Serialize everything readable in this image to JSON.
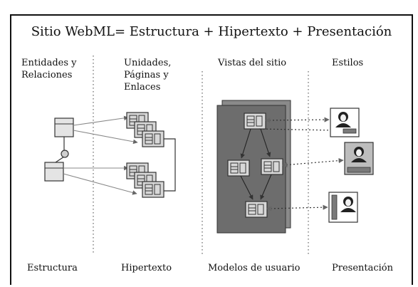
{
  "title": "Sitio WebML= Estructura + Hipertexto + Presentación",
  "columns": [
    {
      "heading": "Entidades y Relaciones",
      "heading_lines": [
        "Entidades y",
        "Relaciones"
      ],
      "footer": "Estructura"
    },
    {
      "heading": "Unidades, Páginas y Enlaces",
      "heading_lines": [
        "Unidades,",
        "Páginas y",
        "Enlaces"
      ],
      "footer": "Hipertexto"
    },
    {
      "heading": "Vistas del sitio",
      "heading_lines": [
        "Vistas del sitio"
      ],
      "footer": "Modelos de usuario"
    },
    {
      "heading": "Estilos",
      "heading_lines": [
        "Estilos"
      ],
      "footer": "Presentación"
    }
  ],
  "colors": {
    "view_panel": "#6d6d6d",
    "view_panel_back": "#8a8a8a",
    "unit_fill": "#d8d8d8",
    "arrow": "#888888",
    "divider": "#777777"
  },
  "icons": [
    "entity-box-icon",
    "relationship-node-icon",
    "page-unit-icon",
    "style-portrait-icon"
  ]
}
